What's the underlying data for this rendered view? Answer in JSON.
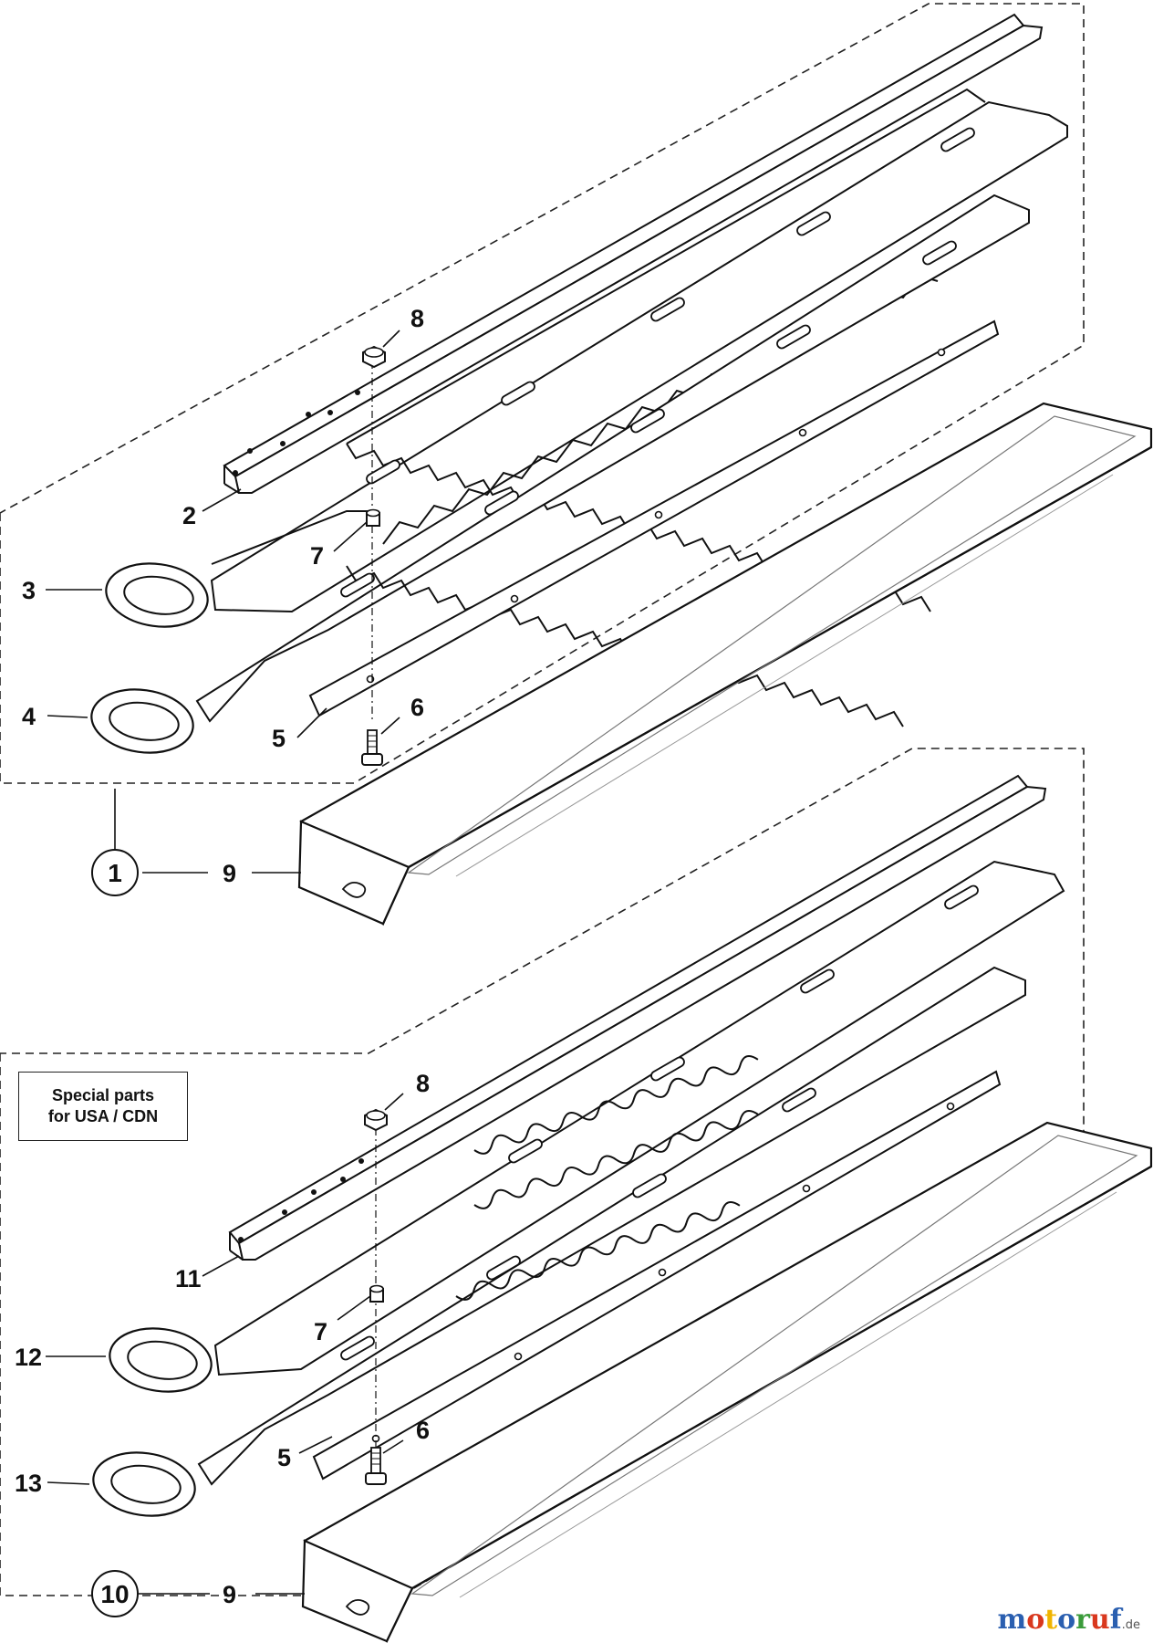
{
  "diagram": {
    "group_top": {
      "assembly_number": "1",
      "labels": {
        "p2": "2",
        "p3": "3",
        "p4": "4",
        "p5": "5",
        "p6": "6",
        "p7": "7",
        "p8": "8",
        "p9": "9"
      }
    },
    "group_bottom": {
      "assembly_number": "10",
      "labels": {
        "p5": "5",
        "p6": "6",
        "p7": "7",
        "p8": "8",
        "p9": "9",
        "p11": "11",
        "p12": "12",
        "p13": "13"
      },
      "note_line1": "Special parts",
      "note_line2": "for USA / CDN"
    }
  },
  "watermark": {
    "text": "motoruf",
    "suffix": ".de",
    "letter_colors": [
      "#2a5fb0",
      "#d9381e",
      "#f0b400",
      "#2a5fb0",
      "#3a9b3a",
      "#d9381e",
      "#2a5fb0"
    ]
  }
}
